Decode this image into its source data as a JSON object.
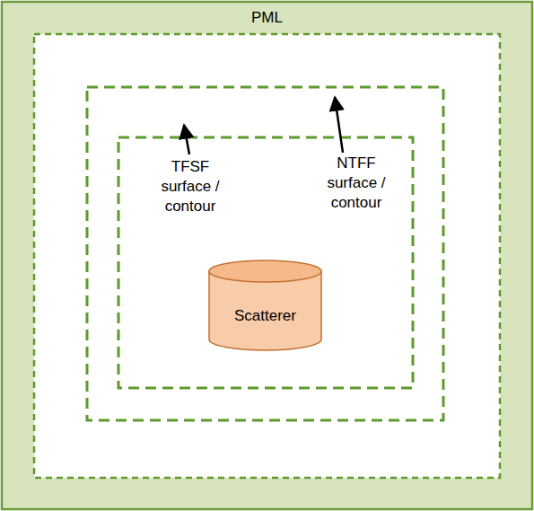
{
  "diagram": {
    "nodes": [
      {
        "text": [
          "PML"
        ]
      },
      {
        "text": [
          "Scatterer"
        ],
        "in": 0
      }
    ],
    "labels": [
      "TFSF surface / contour",
      "NTFF surface / contour"
    ]
  }
}
